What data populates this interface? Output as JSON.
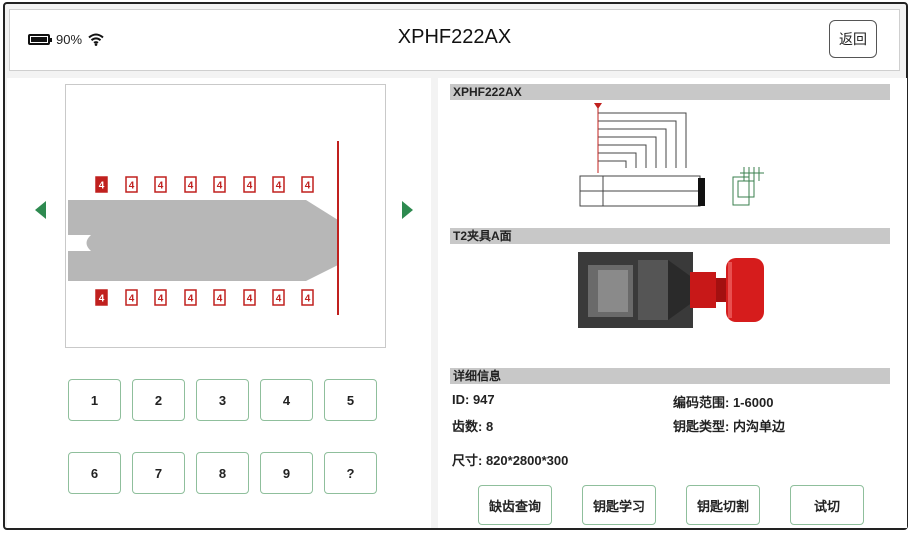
{
  "status": {
    "battery": "90%",
    "battery_level": 0.9,
    "wifi_icon": "wifi-icon"
  },
  "header": {
    "title": "XPHF222AX",
    "back_label": "返回"
  },
  "key_cuts": {
    "top": [
      "4",
      "4",
      "4",
      "4",
      "4",
      "4",
      "4",
      "4"
    ],
    "bottom": [
      "4",
      "4",
      "4",
      "4",
      "4",
      "4",
      "4",
      "4"
    ],
    "highlight_color": "#c0201e"
  },
  "keypad": [
    "1",
    "2",
    "3",
    "4",
    "5",
    "6",
    "7",
    "8",
    "9",
    "?"
  ],
  "sections": {
    "key_name": "XPHF222AX",
    "fixture": "T2夹具A面",
    "details": "详细信息"
  },
  "details": {
    "id": "ID: 947",
    "teeth": "齿数: 8",
    "code_range": "编码范围: 1-6000",
    "key_type": "钥匙类型: 内沟单边",
    "size": "尺寸: 820*2800*300"
  },
  "actions": [
    "缺齿查询",
    "钥匙学习",
    "钥匙切割",
    "试切"
  ],
  "colors": {
    "accent": "#2e8a50",
    "cut_red": "#c0201e"
  }
}
